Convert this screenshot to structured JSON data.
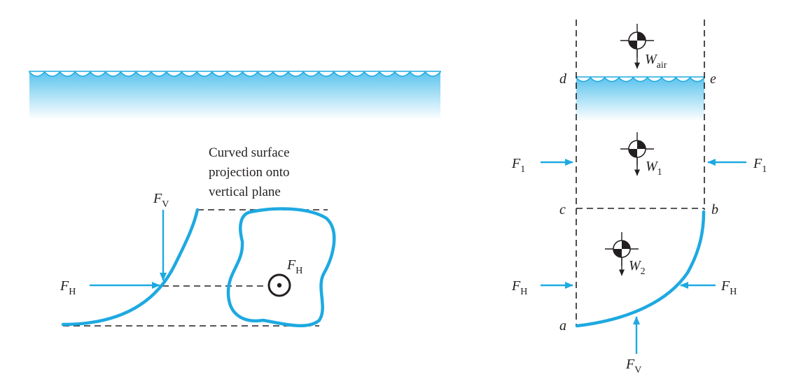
{
  "colors": {
    "accent": "#1ea9e1",
    "ink": "#231f20",
    "water_top": "#5cc4ee",
    "water_bottom": "#ffffff"
  },
  "left": {
    "caption": [
      "Curved surface",
      "projection onto",
      "vertical plane"
    ],
    "fv": {
      "main": "F",
      "sub": "V"
    },
    "fh_left": {
      "main": "F",
      "sub": "H"
    },
    "fh_center": {
      "main": "F",
      "sub": "H"
    }
  },
  "right": {
    "points": {
      "a": "a",
      "b": "b",
      "c": "c",
      "d": "d",
      "e": "e"
    },
    "w_air": {
      "main": "W",
      "sub": "air"
    },
    "w1": {
      "main": "W",
      "sub": "1"
    },
    "w2": {
      "main": "W",
      "sub": "2"
    },
    "f1_left": {
      "main": "F",
      "sub": "1"
    },
    "f1_right": {
      "main": "F",
      "sub": "1"
    },
    "fh_left": {
      "main": "F",
      "sub": "H"
    },
    "fh_right": {
      "main": "F",
      "sub": "H"
    },
    "fv_bottom": {
      "main": "F",
      "sub": "V"
    }
  }
}
